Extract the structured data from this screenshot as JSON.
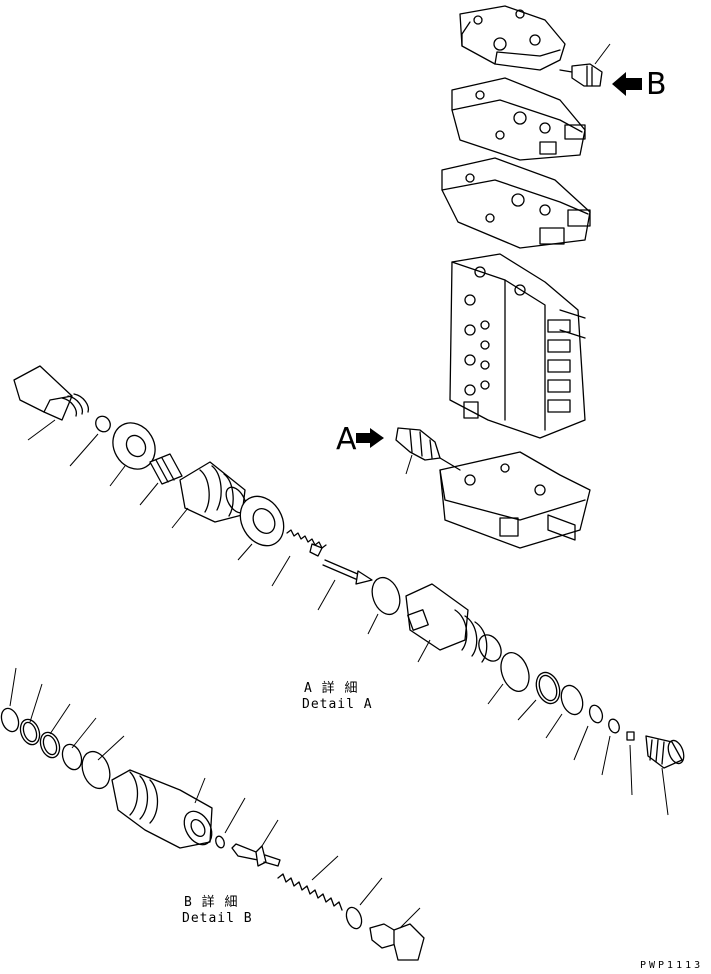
{
  "view_b_marker": "B",
  "view_a_marker": "A",
  "detail_a": {
    "kanji": "A 詳 細",
    "english": "Detail A"
  },
  "detail_b": {
    "kanji": "B 詳 細",
    "english": "Detail B"
  },
  "drawing_code": "PWP1113"
}
